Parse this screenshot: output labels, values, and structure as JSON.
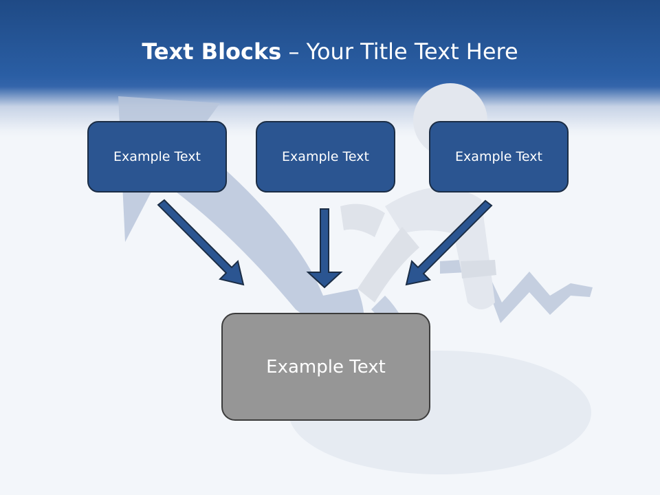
{
  "title": {
    "bold": "Text Blocks",
    "rest": " – Your Title Text Here"
  },
  "blocks": [
    "Example Text",
    "Example Text",
    "Example Text"
  ],
  "center_block": "Example Text",
  "colors": {
    "header": "#2a5ea4",
    "box": "#2b5591",
    "box_border": "#1b2d45",
    "center_box": "#969696",
    "arrow": "#2b5591"
  }
}
